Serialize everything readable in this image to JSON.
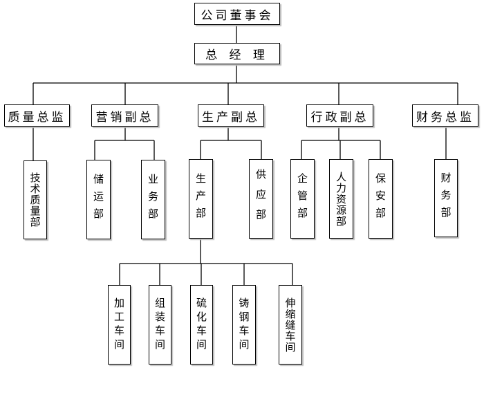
{
  "board": "公司董事会",
  "gm": "总 经 理",
  "quality_supervisor": "质量总监",
  "marketing_vp": "营销副总",
  "production_vp": "生产副总",
  "admin_vp": "行政副总",
  "finance_supervisor": "财务总监",
  "tech_quality_dept": "技术质量部",
  "storage_transport_dept": "储运部",
  "business_dept": "业务部",
  "production_dept": "生产部",
  "supply_dept": "供应部",
  "enterprise_mgmt_dept": "企管部",
  "hr_dept": "人力资源部",
  "security_dept": "保安部",
  "finance_dept": "财务部",
  "machining_workshop": "加工车间",
  "assembly_workshop": "组装车间",
  "vulcanization_workshop": "硫化车间",
  "steel_casting_workshop": "铸钢车间",
  "stretch_seam_workshop": "伸缩缝车间"
}
